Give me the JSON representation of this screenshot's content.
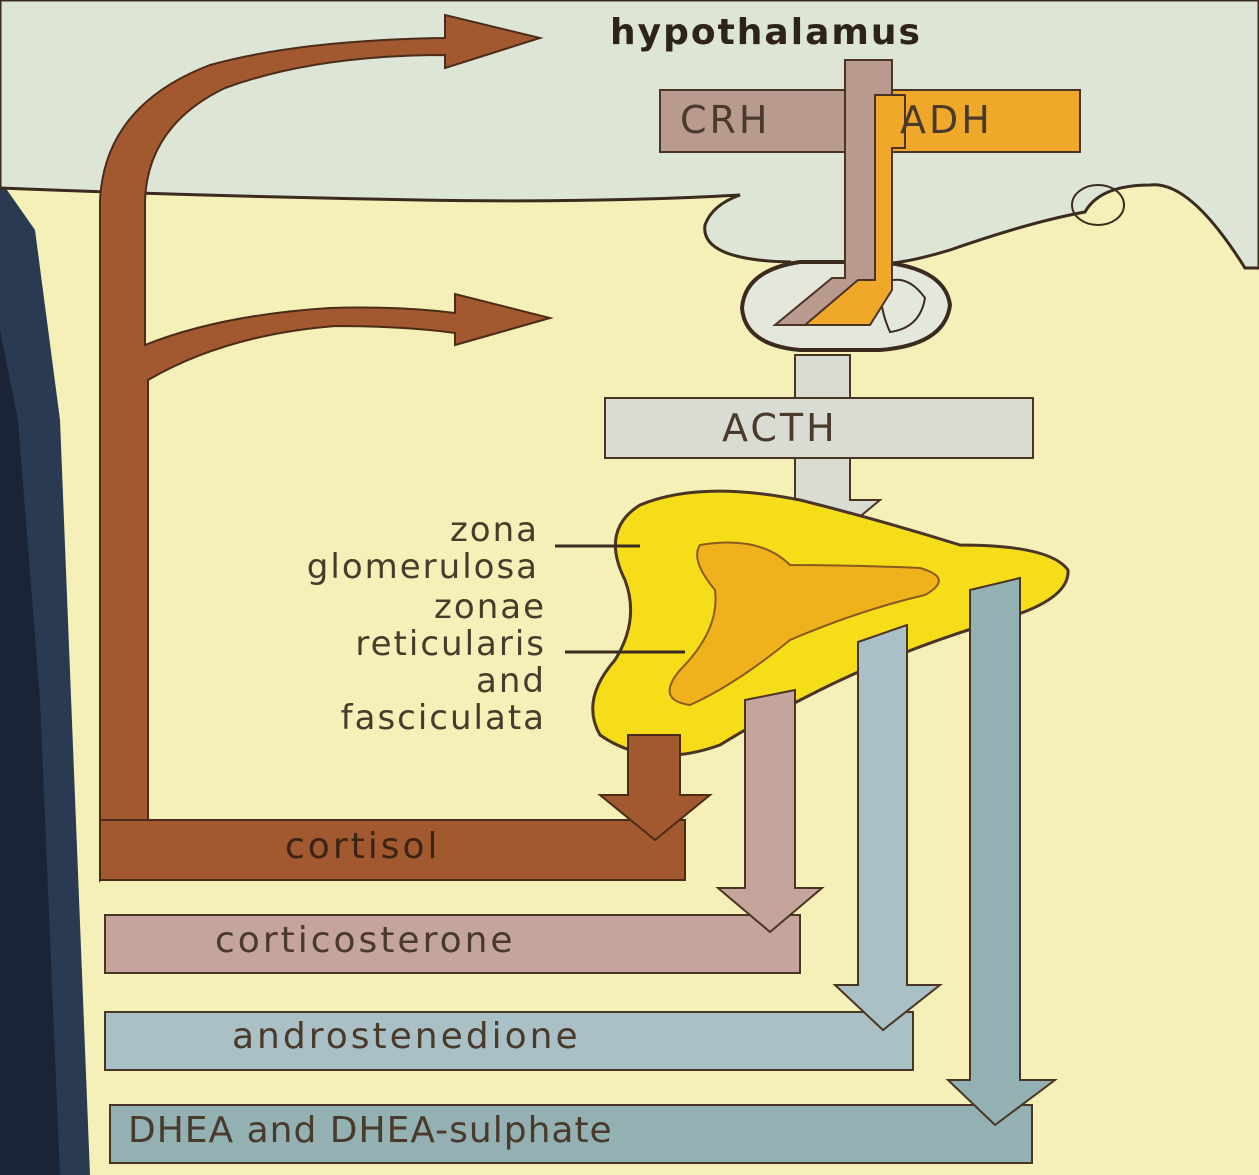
{
  "diagram": {
    "title": "hypothalamus",
    "hormones": {
      "crh": "CRH",
      "adh": "ADH",
      "acth": "ACTH"
    },
    "zones": {
      "glomerulosa_line1": "zona",
      "glomerulosa_line2": "glomerulosa",
      "reticularis_line1": "zonae",
      "reticularis_line2": "reticularis",
      "reticularis_line3": "and",
      "reticularis_line4": "fasciculata"
    },
    "products": {
      "cortisol": "cortisol",
      "corticosterone": "corticosterone",
      "androstenedione": "androstenedione",
      "dhea": "DHEA and DHEA-sulphate"
    }
  },
  "colors": {
    "background": "#f4f0b8",
    "sky": "#dde5d6",
    "cortisol_brown": "#a3592f",
    "crh_mauve": "#b99a8e",
    "adh_orange": "#f0a82a",
    "acth_grey": "#d8dcd2",
    "gland_yellow": "#f6dd1a",
    "gland_orange": "#efb21c",
    "blue_grey": "#93b0b2",
    "outline": "#4a3424"
  }
}
